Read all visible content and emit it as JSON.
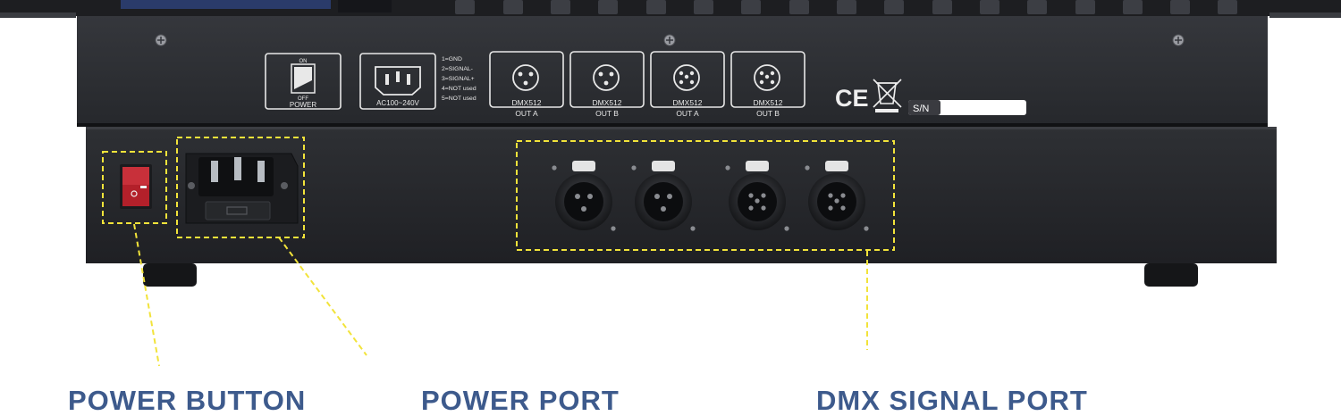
{
  "colors": {
    "background": "#ffffff",
    "chassis": "#2b2d31",
    "panel": "#232428",
    "callout_outline": "#f2e33a",
    "callout_text": "#3d5a8c",
    "switch_red": "#b3202a"
  },
  "upper_panel": {
    "power_switch": {
      "on_label": "ON",
      "off_label": "OFF",
      "caption": "POWER"
    },
    "ac_inlet": {
      "caption": "AC100~240V"
    },
    "pin_legend": [
      "1=GND",
      "2=SIGNAL-",
      "3=SIGNAL+",
      "4=NOT used",
      "5=NOT used"
    ],
    "dmx_ports": [
      {
        "line1": "DMX512",
        "line2": "OUT A"
      },
      {
        "line1": "DMX512",
        "line2": "OUT B"
      },
      {
        "line1": "DMX512",
        "line2": "OUT A"
      },
      {
        "line1": "DMX512",
        "line2": "OUT B"
      }
    ],
    "certification": {
      "ce": "CE"
    },
    "serial_label": "S/N"
  },
  "callouts": {
    "power_button": "POWER BUTTON",
    "power_port": "POWER PORT",
    "dmx_signal_port": "DMX SIGNAL PORT"
  }
}
